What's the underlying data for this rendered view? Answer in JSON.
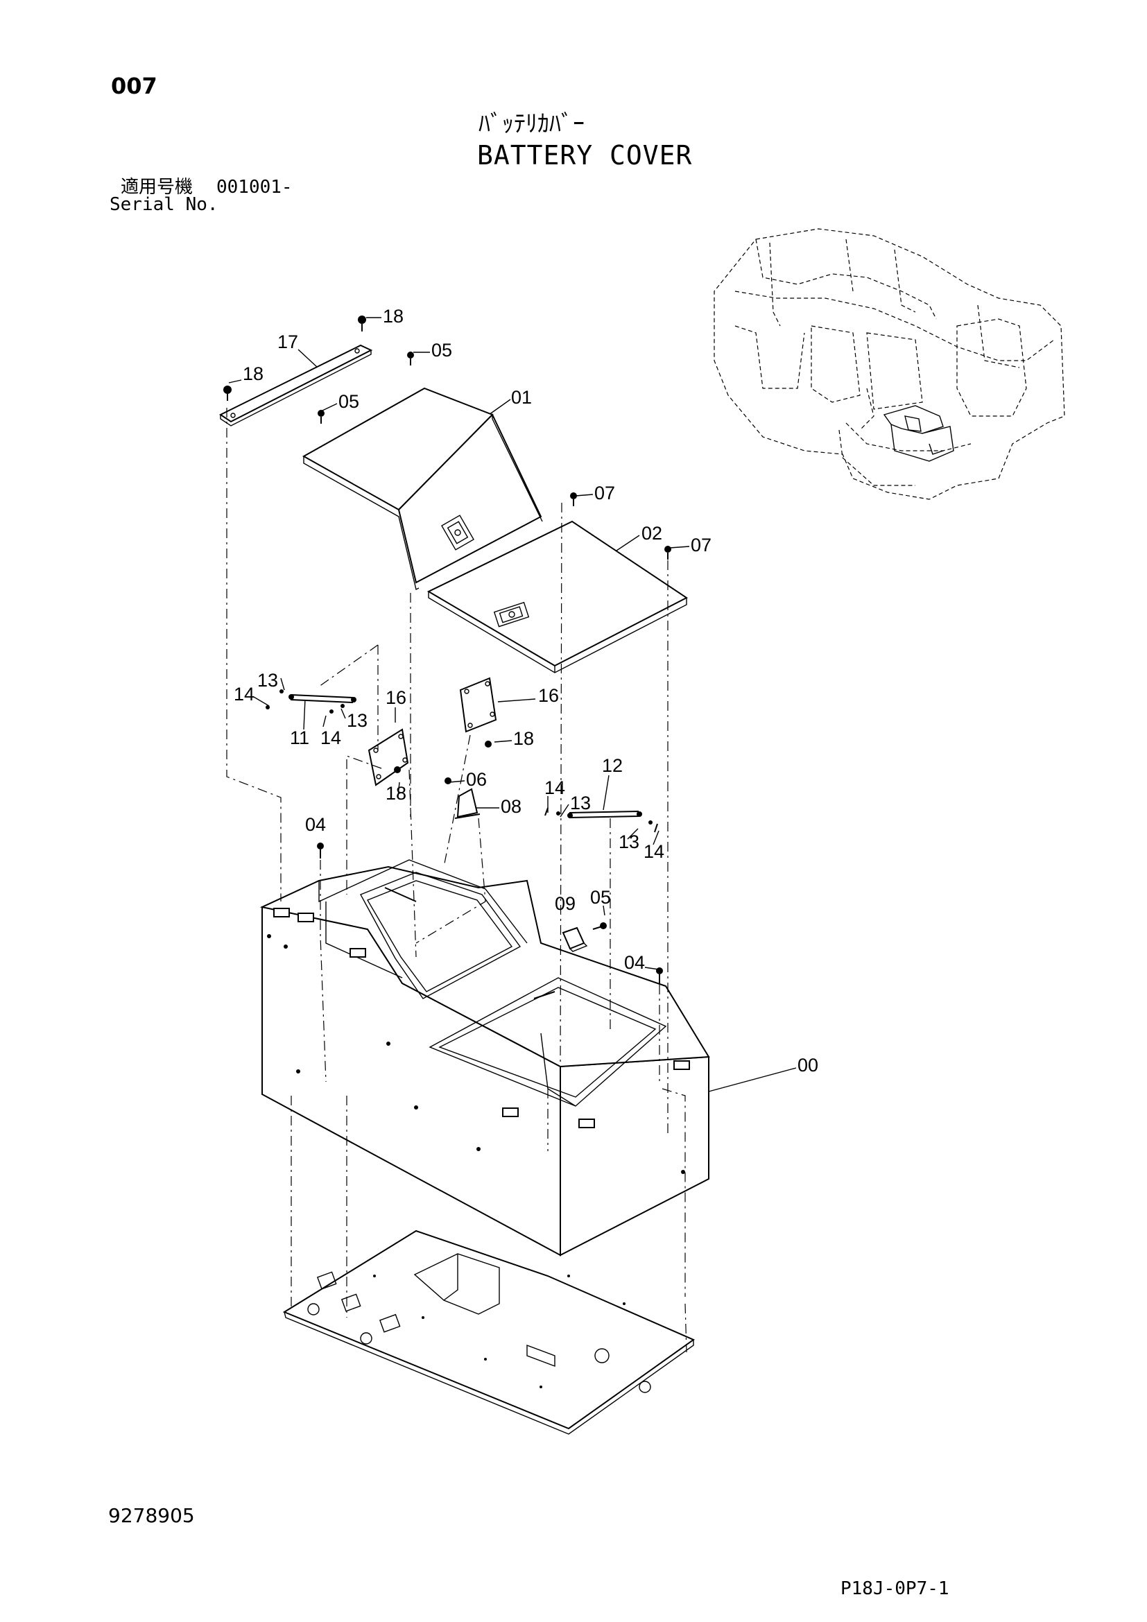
{
  "header": {
    "page_number": "007",
    "title_jp": "ﾊﾞｯﾃﾘｶﾊﾞｰ",
    "title_en": "BATTERY COVER",
    "serial_label_jp": "適用号機",
    "serial_value": "001001-",
    "serial_label_en": "Serial No."
  },
  "callouts": [
    "18",
    "17",
    "18",
    "05",
    "05",
    "01",
    "07",
    "02",
    "07",
    "13",
    "14",
    "11",
    "14",
    "13",
    "16",
    "16",
    "18",
    "18",
    "06",
    "08",
    "14",
    "13",
    "12",
    "13",
    "14",
    "04",
    "09",
    "05",
    "04",
    "00"
  ],
  "footer": {
    "drawing_number": "9278905",
    "page_code": "P18J-0P7-1"
  }
}
